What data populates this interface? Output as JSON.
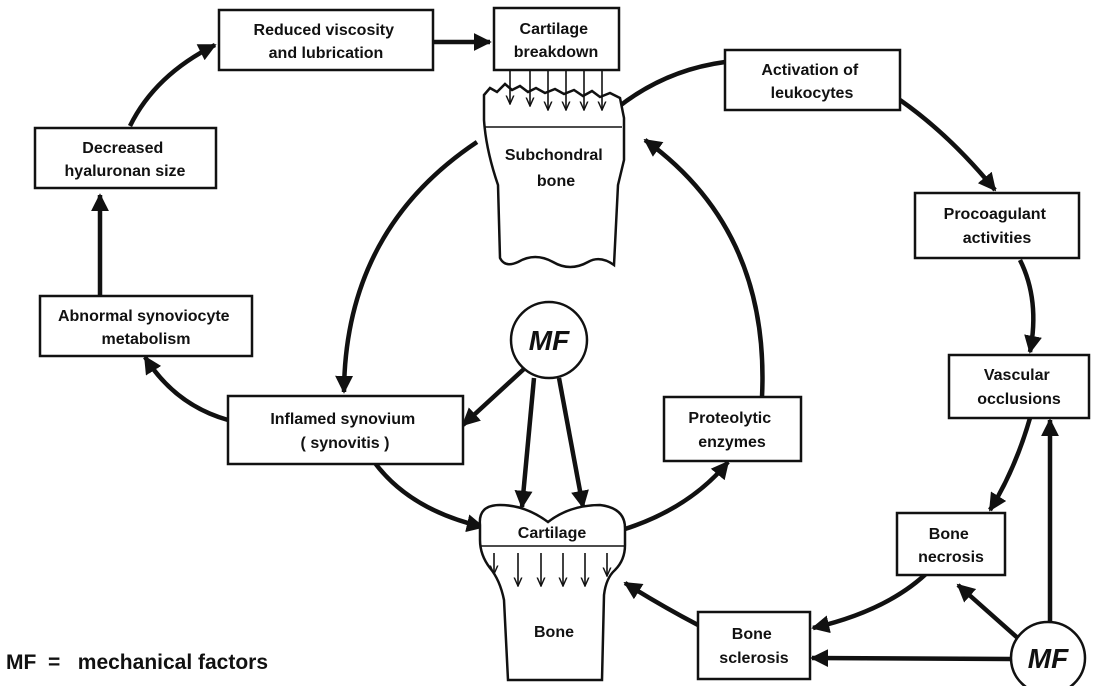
{
  "nodes": {
    "reduced_viscosity": [
      "Reduced viscosity",
      "and lubrication"
    ],
    "cartilage_breakdown": [
      "Cartilage",
      "breakdown"
    ],
    "activation_leukocytes": [
      "Activation of",
      "leukocytes"
    ],
    "decreased_hyaluronan": [
      "Decreased",
      "hyaluronan size"
    ],
    "subchondral_bone": [
      "Subchondral",
      "bone"
    ],
    "procoagulant": [
      "Procoagulant",
      "activities"
    ],
    "abnormal_synoviocyte": [
      "Abnormal synoviocyte",
      "metabolism"
    ],
    "mf_center": [
      "MF"
    ],
    "vascular_occlusions": [
      "Vascular",
      "occlusions"
    ],
    "inflamed_synovium": [
      "Inflamed synovium",
      "( synovitis )"
    ],
    "proteolytic_enzymes": [
      "Proteolytic",
      "enzymes"
    ],
    "cartilage": [
      "Cartilage"
    ],
    "bone_necrosis": [
      "Bone",
      "necrosis"
    ],
    "bone": [
      "Bone"
    ],
    "bone_sclerosis": [
      "Bone",
      "sclerosis"
    ],
    "mf_right": [
      "MF"
    ]
  },
  "legend": {
    "abbr": "MF",
    "eq": "=",
    "text": "mechanical factors"
  }
}
